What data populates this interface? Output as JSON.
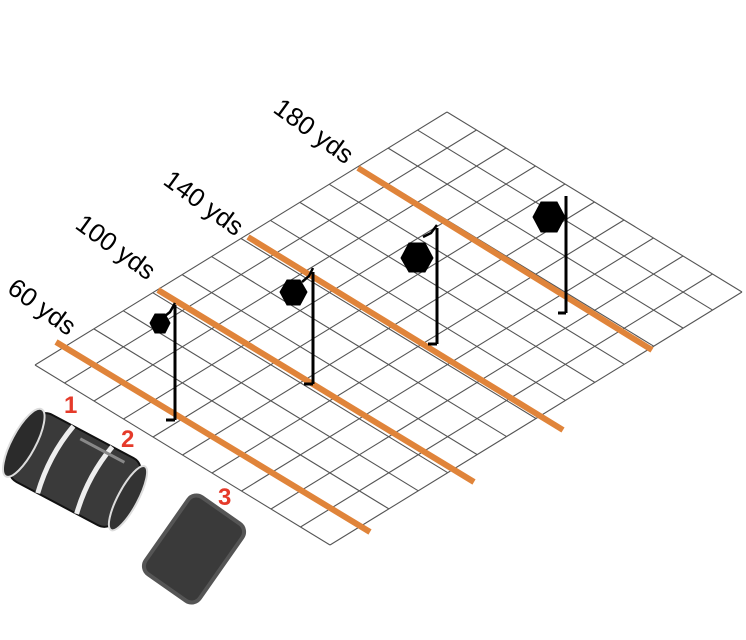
{
  "diagram": {
    "type": "shooting-range-layout",
    "colors": {
      "grid": "#555555",
      "range_line": "#e0843a",
      "target": "#000000",
      "position_number": "#e53a2a",
      "barricade": "#3a3a3a"
    },
    "distance_lines": [
      {
        "label": "60 yds"
      },
      {
        "label": "100 yds"
      },
      {
        "label": "140 yds"
      },
      {
        "label": "180 yds"
      }
    ],
    "targets": [
      {
        "distance": "100 yds"
      },
      {
        "distance": "140 yds"
      },
      {
        "distance": "180 yds"
      },
      {
        "distance": "180 yds+"
      }
    ],
    "positions": [
      {
        "number": "1",
        "object": "barrel"
      },
      {
        "number": "2",
        "object": "barrel"
      },
      {
        "number": "3",
        "object": "pad"
      }
    ]
  }
}
